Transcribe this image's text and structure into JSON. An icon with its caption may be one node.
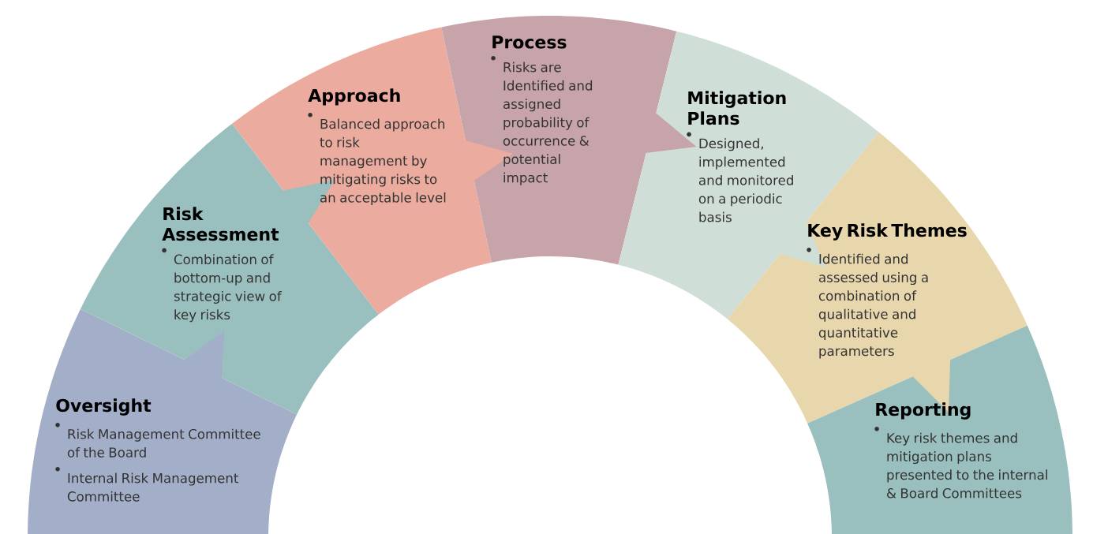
{
  "diagram": {
    "nodes": [
      {
        "text": [
          "Oversight",
          "Risk Management Committee of the Board",
          "Internal Risk Management Committee"
        ]
      },
      {
        "text": [
          "Risk Assessment",
          "Combination of bottom-up and strategic view of key risks"
        ]
      },
      {
        "text": [
          "Approach",
          "Balanced approach to risk management by mitigating risks to an acceptable level"
        ]
      },
      {
        "text": [
          "Process",
          "Risks are Identified and assigned probability of occurrence & potential impact"
        ]
      },
      {
        "text": [
          "Mitigation Plans",
          "Designed, implemented and monitored on a periodic basis"
        ]
      },
      {
        "text": [
          "Key Risk Themes",
          "Identified and assessed using a combination of qualitative and quantitative parameters"
        ]
      },
      {
        "text": [
          "Reporting",
          "Key risk themes and mitigation plans presented to the internal & Board Committees"
        ]
      }
    ]
  }
}
